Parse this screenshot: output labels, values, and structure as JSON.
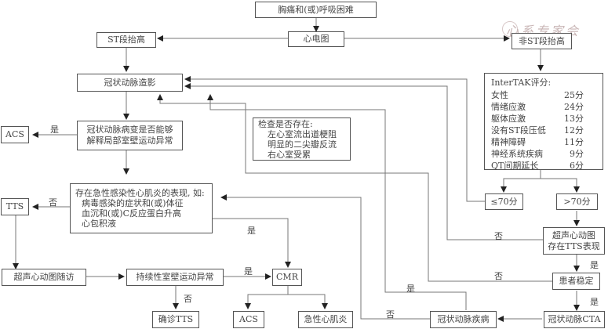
{
  "nodes": {
    "chest_pain": "胸痛和(或)呼吸困难",
    "ecg": "心电图",
    "st_elevation": "ST段抬高",
    "non_st_elevation": "非ST段抬高",
    "coronary_angiography": "冠状动脉造影",
    "lesion_question": [
      "冠状动脉病变是否能够",
      "解释局部室壁运动异常"
    ],
    "acs_top": "ACS",
    "check_box": [
      "检查是否存在:",
      "左心室流出道梗阻",
      "明显的二尖瓣反流",
      "右心室受累"
    ],
    "myocarditis_question": [
      "存在急性感染性心肌炎的表现, 如:",
      "病毒感染的症状和(或)体征",
      "血沉和(或)C反应蛋白升高",
      "心包积液"
    ],
    "tts": "TTS",
    "echo_followup": "超声心动图随访",
    "persistent_wma": "持续性室壁运动异常",
    "cmr": "CMR",
    "confirm_tts": "确诊TTS",
    "acs_bottom": "ACS",
    "acute_myocarditis": "急性心肌炎",
    "le70": "≤70分",
    "gt70": ">70分",
    "echo_tts": [
      "超声心动图",
      "存在TTS表现"
    ],
    "patient_stable": "患者稳定",
    "coronary_cta": "冠状动脉CTA",
    "coronary_disease": "冠状动脉疾病"
  },
  "intertak": {
    "title": "InterTAK评分:",
    "rows": [
      {
        "label": "女性",
        "score": "25分"
      },
      {
        "label": "情绪应激",
        "score": "24分"
      },
      {
        "label": "躯体应激",
        "score": "13分"
      },
      {
        "label": "没有ST段压低",
        "score": "12分"
      },
      {
        "label": "精神障碍",
        "score": "11分"
      },
      {
        "label": "神经系统疾病",
        "score": "9分"
      },
      {
        "label": "QT间期延长",
        "score": "6分"
      }
    ]
  },
  "edge_labels": {
    "yes": "是",
    "no": "否"
  },
  "watermark": "心系专家会"
}
